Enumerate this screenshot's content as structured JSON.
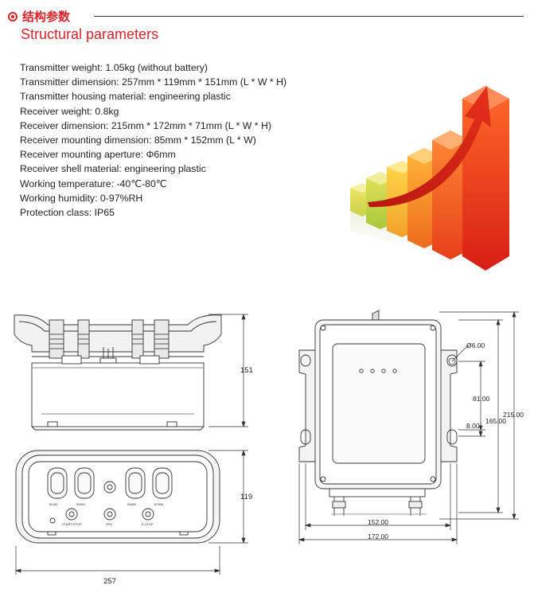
{
  "header": {
    "title_cn": "结构参数",
    "title_en": "Structural parameters"
  },
  "params": [
    "Transmitter weight: 1.05kg (without battery)",
    "Transmitter dimension: 257mm * 119mm * 151mm (L * W * H)",
    "Transmitter housing material: engineering plastic",
    "Receiver weight: 0.8kg",
    "Receiver dimension: 215mm * 172mm * 71mm (L * W * H)",
    "Receiver mounting dimension: 85mm * 152mm (L * W)",
    "Receiver mounting aperture: Φ6mm",
    "Receiver shell material: engineering plastic",
    "Working temperature: -40℃-80℃",
    "Working humidity: 0-97%RH",
    "Protection class: IP65"
  ],
  "transmitter_dims": {
    "height": "151",
    "width": "119",
    "length": "257"
  },
  "transmitter_labels": {
    "b1": "B1/B2",
    "b3": "B3/B4",
    "b5": "B5/B6",
    "b7": "B7/B8",
    "start": "START/STOP",
    "spd": "SPD",
    "estop": "E-STOP"
  },
  "receiver_dims": {
    "hole": "Ø6.00",
    "d81": "81.00",
    "d8": "8.00",
    "d165": "165.00",
    "d215": "215.00",
    "d152": "152.00",
    "d172": "172.00"
  },
  "colors": {
    "accent": "#d9232a"
  }
}
